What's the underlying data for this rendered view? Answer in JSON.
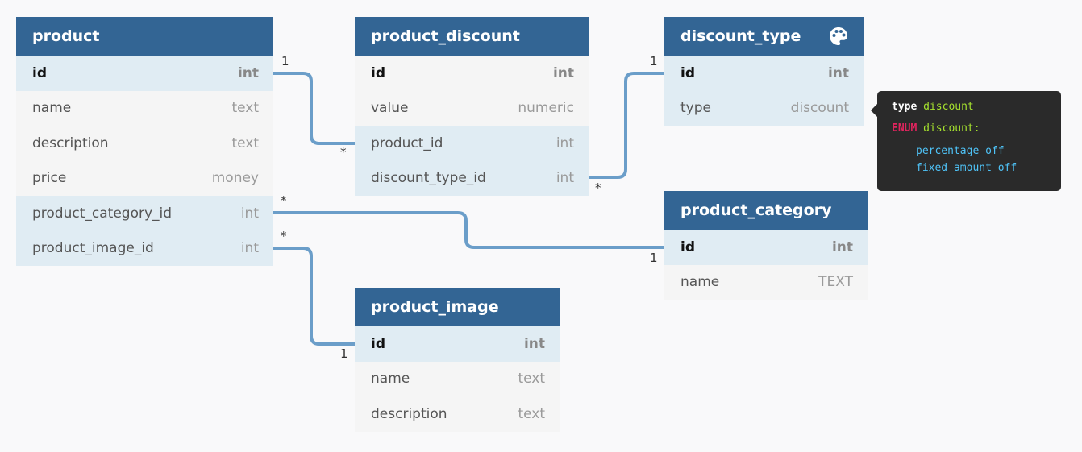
{
  "tables": {
    "product": {
      "title": "product",
      "columns": [
        {
          "name": "id",
          "type": "int"
        },
        {
          "name": "name",
          "type": "text"
        },
        {
          "name": "description",
          "type": "text"
        },
        {
          "name": "price",
          "type": "money"
        },
        {
          "name": "product_category_id",
          "type": "int"
        },
        {
          "name": "product_image_id",
          "type": "int"
        }
      ]
    },
    "product_discount": {
      "title": "product_discount",
      "columns": [
        {
          "name": "id",
          "type": "int"
        },
        {
          "name": "value",
          "type": "numeric"
        },
        {
          "name": "product_id",
          "type": "int"
        },
        {
          "name": "discount_type_id",
          "type": "int"
        }
      ]
    },
    "discount_type": {
      "title": "discount_type",
      "icon": "palette-icon",
      "columns": [
        {
          "name": "id",
          "type": "int"
        },
        {
          "name": "type",
          "type": "discount"
        }
      ]
    },
    "product_category": {
      "title": "product_category",
      "columns": [
        {
          "name": "id",
          "type": "int"
        },
        {
          "name": "name",
          "type": "TEXT"
        }
      ]
    },
    "product_image": {
      "title": "product_image",
      "columns": [
        {
          "name": "id",
          "type": "int"
        },
        {
          "name": "name",
          "type": "text"
        },
        {
          "name": "description",
          "type": "text"
        }
      ]
    }
  },
  "cardinality": {
    "one": "1",
    "many": "*"
  },
  "tooltip": {
    "kw_type": "type",
    "type_name": "discount",
    "kw_enum": "ENUM",
    "enum_name": "discount:",
    "values": [
      "percentage off",
      "fixed amount off"
    ]
  },
  "colors": {
    "header": "#336594",
    "link": "#6b9ec9",
    "highlight_row": "#e0ecf3",
    "tooltip_bg": "#2a2a2a"
  }
}
